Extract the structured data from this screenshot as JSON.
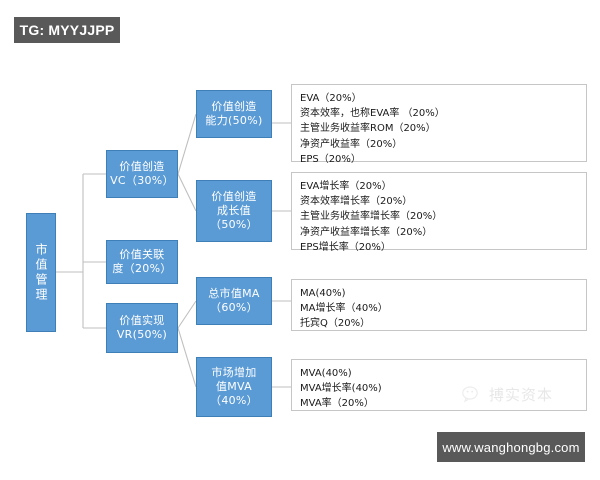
{
  "badges": {
    "tg": "TG: MYYJJPP",
    "site": "www.wanghongbg.com"
  },
  "watermark": {
    "icon": "wechat-icon",
    "text": "搏实资本"
  },
  "diagram": {
    "type": "tree",
    "root": {
      "id": "root",
      "label": "市值管理",
      "orientation": "vertical"
    },
    "level1": [
      {
        "id": "vc",
        "line1": "价值创造",
        "line2": "VC（30%）",
        "weight": "30%"
      },
      {
        "id": "vl",
        "line1": "价值关联",
        "line2": "度（20%）",
        "weight": "20%"
      },
      {
        "id": "vr",
        "line1": "价值实现",
        "line2": "VR(50%)",
        "weight": "50%"
      }
    ],
    "level2": [
      {
        "id": "cap",
        "parent": "vc",
        "line1": "价值创造",
        "line2": "能力(50%)",
        "line3": "",
        "weight": "50%"
      },
      {
        "id": "grw",
        "parent": "vc",
        "line1": "价值创造",
        "line2": "成长值",
        "line3": "（50%）",
        "weight": "50%"
      },
      {
        "id": "ma",
        "parent": "vr",
        "line1": "总市值MA",
        "line2": "（60%）",
        "line3": "",
        "weight": "60%"
      },
      {
        "id": "mva",
        "parent": "vr",
        "line1": "市场增加",
        "line2": "值MVA",
        "line3": "（40%）",
        "weight": "40%"
      }
    ],
    "panels": [
      {
        "id": "cap",
        "parent": "cap",
        "rows": [
          "EVA（20%）",
          "资本效率，也称EVA率 （20%）",
          "主管业务收益率ROM（20%）",
          "净资产收益率（20%）",
          "EPS（20%）"
        ]
      },
      {
        "id": "grw",
        "parent": "grw",
        "rows": [
          "EVA增长率（20%）",
          "资本效率增长率（20%）",
          "主管业务收益率增长率（20%）",
          "净资产收益率增长率（20%）",
          "EPS增长率（20%）"
        ]
      },
      {
        "id": "ma",
        "parent": "ma",
        "rows": [
          "MA(40%)",
          "MA增长率（40%）",
          "托宾Q（20%）"
        ]
      },
      {
        "id": "mva",
        "parent": "mva",
        "rows": [
          "MVA(40%)",
          "MVA增长率(40%)",
          "MVA率（20%）"
        ]
      }
    ]
  },
  "colors": {
    "node_fill": "#5b9bd5",
    "node_border": "#3f7fb8",
    "connector": "#bfbfbf",
    "badge_bg": "#595959",
    "panel_border": "#c6c6c6"
  }
}
